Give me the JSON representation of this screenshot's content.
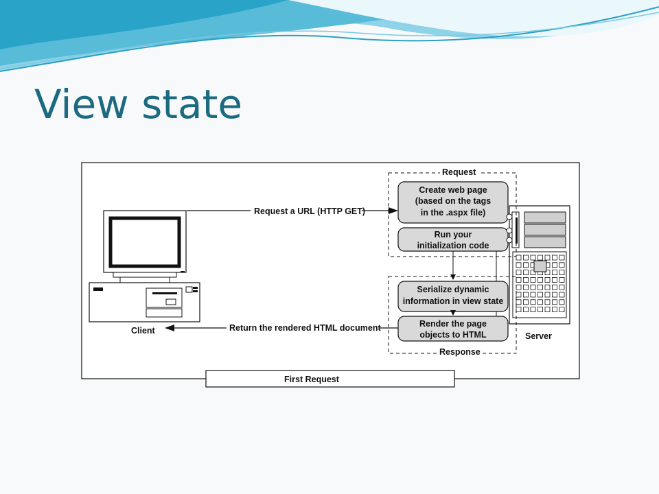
{
  "slide": {
    "title": "View state"
  },
  "diagram": {
    "client_label": "Client",
    "server_label": "Server",
    "request_group_label": "Request",
    "response_group_label": "Response",
    "arrow_request_label": "Request a URL (HTTP GET)",
    "arrow_response_label": "Return the rendered HTML document",
    "steps": [
      {
        "lines": [
          "Create web page",
          "(based on the tags",
          "in the .aspx file)"
        ]
      },
      {
        "lines": [
          "Run your",
          "initialization code"
        ]
      },
      {
        "lines": [
          "Serialize dynamic",
          "information in view state"
        ]
      },
      {
        "lines": [
          "Render the page",
          "objects to HTML"
        ]
      }
    ],
    "caption": "First Request"
  },
  "colors": {
    "title": "#1b6a80",
    "wave_dark": "#2a9fc4",
    "wave_light": "#9fdcec",
    "step_fill": "#d9d9d9"
  }
}
